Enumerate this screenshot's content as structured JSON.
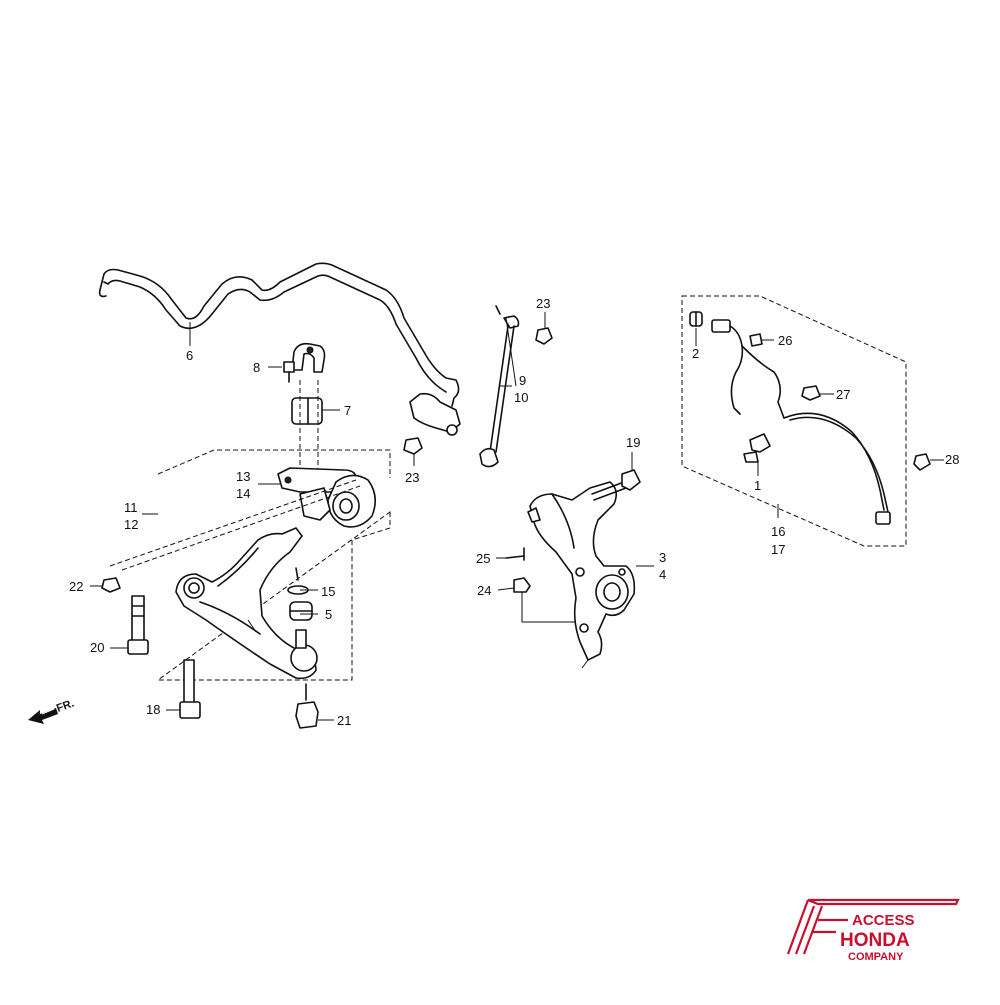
{
  "callouts": {
    "c1": "1",
    "c2": "2",
    "c3": "3",
    "c4": "4",
    "c5": "5",
    "c6": "6",
    "c7": "7",
    "c8": "8",
    "c9": "9",
    "c10": "10",
    "c11": "11",
    "c12": "12",
    "c13": "13",
    "c14": "14",
    "c15": "15",
    "c16": "16",
    "c17": "17",
    "c18": "18",
    "c19": "19",
    "c20": "20",
    "c21": "21",
    "c22": "22",
    "c23a": "23",
    "c23b": "23",
    "c24": "24",
    "c25": "25",
    "c26": "26",
    "c27": "27",
    "c28": "28"
  },
  "direction": "FR.",
  "logo": {
    "line1": "ACCESS",
    "line2": "HONDA",
    "line3": "COMPANY",
    "color": "#c8102e"
  }
}
